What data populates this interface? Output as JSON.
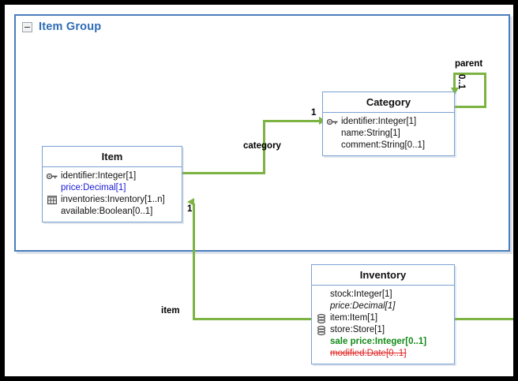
{
  "diagram": {
    "type": "uml-class-diagram",
    "group": {
      "title": "Item Group",
      "collapse_icon": "minus-box-icon",
      "border_color": "#4a7ebb",
      "title_color": "#2d6bb5"
    },
    "accent_colors": {
      "connector_green": "#7cb342",
      "class_border_blue": "#7aa0d2",
      "attr_blue": "#1a18d8",
      "attr_green": "#128a18",
      "attr_red": "#e02222"
    },
    "classes": [
      {
        "id": "item",
        "name": "Item",
        "attributes": [
          {
            "icon": "key-icon",
            "text": "identifier:Integer[1]",
            "style": "normal"
          },
          {
            "icon": "none",
            "text": "price:Decimal[1]",
            "style": "blue"
          },
          {
            "icon": "table-icon",
            "text": "inventories:Inventory[1..n]",
            "style": "normal"
          },
          {
            "icon": "none",
            "text": "available:Boolean[0..1]",
            "style": "normal"
          }
        ]
      },
      {
        "id": "category",
        "name": "Category",
        "attributes": [
          {
            "icon": "key-icon",
            "text": "identifier:Integer[1]",
            "style": "normal"
          },
          {
            "icon": "none",
            "text": "name:String[1]",
            "style": "normal"
          },
          {
            "icon": "none",
            "text": "comment:String[0..1]",
            "style": "normal"
          }
        ]
      },
      {
        "id": "inventory",
        "name": "Inventory",
        "attributes": [
          {
            "icon": "none",
            "text": "stock:Integer[1]",
            "style": "normal"
          },
          {
            "icon": "none",
            "text": "price:Decimal[1]",
            "style": "italic"
          },
          {
            "icon": "link-icon",
            "text": "item:Item[1]",
            "style": "normal"
          },
          {
            "icon": "link-icon",
            "text": "store:Store[1]",
            "style": "normal"
          },
          {
            "icon": "none",
            "text": "sale price:Integer[0..1]",
            "style": "green"
          },
          {
            "icon": "none",
            "text": "modified:Date[0..1]",
            "style": "red-strike"
          }
        ]
      }
    ],
    "associations": [
      {
        "id": "category",
        "label": "category",
        "multiplicity": "1",
        "from": "Item",
        "to": "Category"
      },
      {
        "id": "parent",
        "label": "parent",
        "multiplicity": "0..1",
        "from": "Category",
        "to": "Category"
      },
      {
        "id": "item",
        "label": "item",
        "multiplicity": "1",
        "from": "Inventory",
        "to": "Item"
      }
    ]
  }
}
